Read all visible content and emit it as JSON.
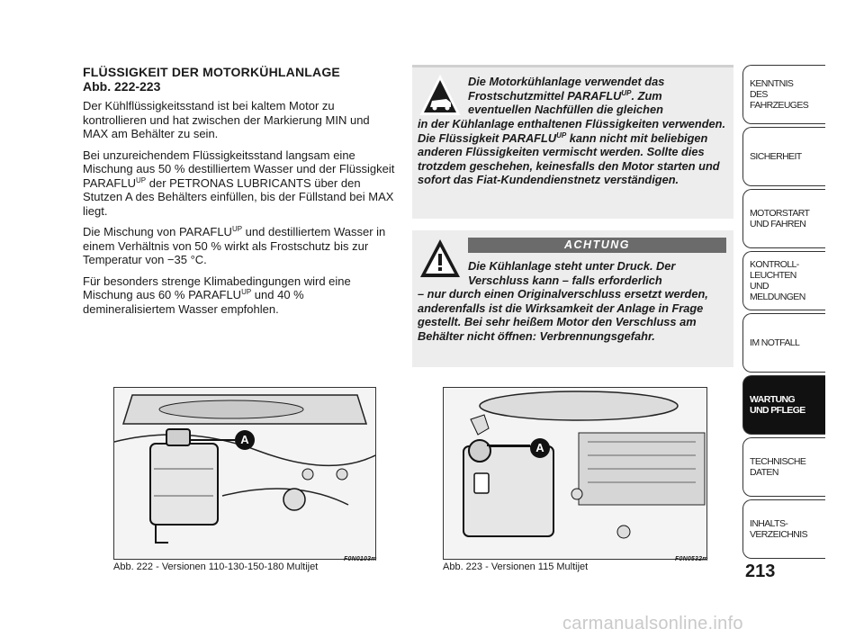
{
  "section": {
    "title": "FLÜSSIGKEIT DER MOTORKÜHLANLAGE",
    "ref": "Abb. 222-223",
    "p1": "Der Kühlflüssigkeitsstand ist bei kaltem Motor zu kontrollieren und hat zwischen der Markierung MIN und MAX am Behälter zu sein.",
    "p2_pre": "Bei unzureichendem Flüssigkeitsstand langsam eine Mischung aus 50 % destilliertem Wasser und der Flüssigkeit PARAFLU",
    "p2_sup": "UP",
    "p2_post": " der PETRONAS LUBRICANTS über den Stutzen A des Behälters einfüllen, bis der Füllstand bei MAX liegt.",
    "p3_pre": "Die Mischung von PARAFLU",
    "p3_sup": "UP",
    "p3_post": " und destilliertem Wasser in einem Verhältnis von 50 % wirkt als Frostschutz bis zur Temperatur von −35 °C.",
    "p4_pre": "Für besonders strenge Klimabedingungen wird eine Mischung aus 60 % PARAFLU",
    "p4_sup": "UP",
    "p4_post": " und 40 % demineralisiertem Wasser empfohlen."
  },
  "info_box": {
    "icon": "car-service-icon",
    "head_pre": "Die Motorkühlanlage verwendet das Frostschutzmittel PARAFLU",
    "head_sup": "UP",
    "head_post": ". Zum eventuellen Nachfüllen die gleichen",
    "body_pre": "in der Kühlanlage enthaltenen Flüssigkeiten verwenden. Die Flüssigkeit PARAFLU",
    "body_sup": "UP",
    "body_post": " kann nicht mit beliebigen anderen Flüssigkeiten vermischt werden. Sollte dies trotzdem geschehen, keinesfalls den Motor starten und sofort das Fiat-Kundendienstnetz verständigen."
  },
  "warn_box": {
    "icon": "warning-triangle-icon",
    "label": "ACHTUNG",
    "head": "Die Kühlanlage steht unter Druck. Der Verschluss kann – falls erforderlich",
    "body": "– nur durch einen Originalverschluss ersetzt werden, anderenfalls ist die Wirksamkeit der Anlage in Frage gestellt. Bei sehr heißem Motor den Verschluss am Behälter nicht öffnen: Verbrennungsgefahr."
  },
  "figures": [
    {
      "caption": "Abb. 222 - Versionen 110-130-150-180 Multijet",
      "code": "F0N0103m",
      "marker": "A"
    },
    {
      "caption": "Abb. 223 - Versionen 115 Multijet",
      "code": "F0N0532m",
      "marker": "A"
    }
  ],
  "tabs": [
    {
      "label": "KENNTNIS\nDES FAHRZEUGES",
      "active": false
    },
    {
      "label": "SICHERHEIT",
      "active": false
    },
    {
      "label": "MOTORSTART\nUND FAHREN",
      "active": false
    },
    {
      "label": "KONTROLL-\nLEUCHTEN\nUND MELDUNGEN",
      "active": false
    },
    {
      "label": "IM NOTFALL",
      "active": false
    },
    {
      "label": "WARTUNG\nUND PFLEGE",
      "active": true
    },
    {
      "label": "TECHNISCHE\nDATEN",
      "active": false
    },
    {
      "label": "INHALTS-\nVERZEICHNIS",
      "active": false
    }
  ],
  "page_number": "213",
  "watermark": "carmanualsonline.info"
}
